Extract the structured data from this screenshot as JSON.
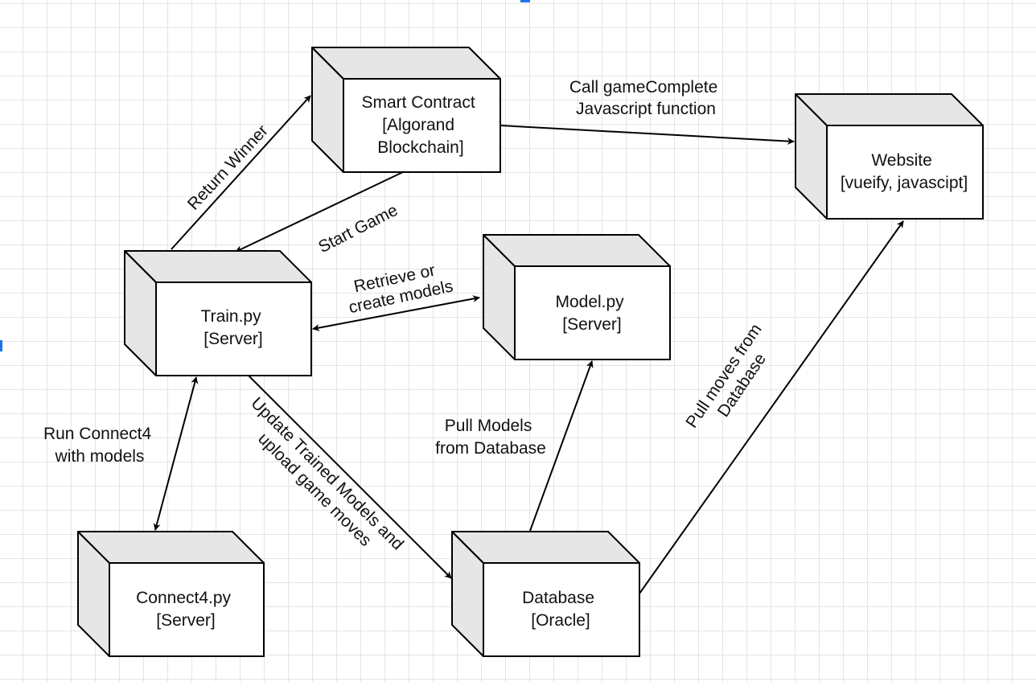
{
  "nodes": {
    "smart_contract": {
      "lines": [
        "Smart Contract",
        "[Algorand",
        "Blockchain]"
      ]
    },
    "website": {
      "lines": [
        "Website",
        "[vueify, javascipt]"
      ]
    },
    "train": {
      "lines": [
        "Train.py",
        "[Server]"
      ]
    },
    "model": {
      "lines": [
        "Model.py",
        "[Server]"
      ]
    },
    "connect4": {
      "lines": [
        "Connect4.py",
        "[Server]"
      ]
    },
    "database": {
      "lines": [
        "Database",
        "[Oracle]"
      ]
    }
  },
  "edges": {
    "return_winner": {
      "lines": [
        "Return Winner"
      ]
    },
    "start_game": {
      "lines": [
        "Start Game"
      ]
    },
    "call_game_complete": {
      "lines": [
        "Call gameComplete",
        "Javascript function"
      ]
    },
    "retrieve_models": {
      "lines": [
        "Retrieve or",
        "create models"
      ]
    },
    "run_connect4": {
      "lines": [
        "Run Connect4",
        "with models"
      ]
    },
    "update_models": {
      "lines": [
        "Update Trained Models and",
        "upload game moves"
      ]
    },
    "pull_models": {
      "lines": [
        "Pull Models",
        "from Database"
      ]
    },
    "pull_moves": {
      "lines": [
        "Pull moves from",
        "Database"
      ]
    }
  },
  "colors": {
    "grid": "#e4e4e4",
    "box_side": "#e6e6e6",
    "stroke": "#000000",
    "selection": "#1a73e8"
  }
}
